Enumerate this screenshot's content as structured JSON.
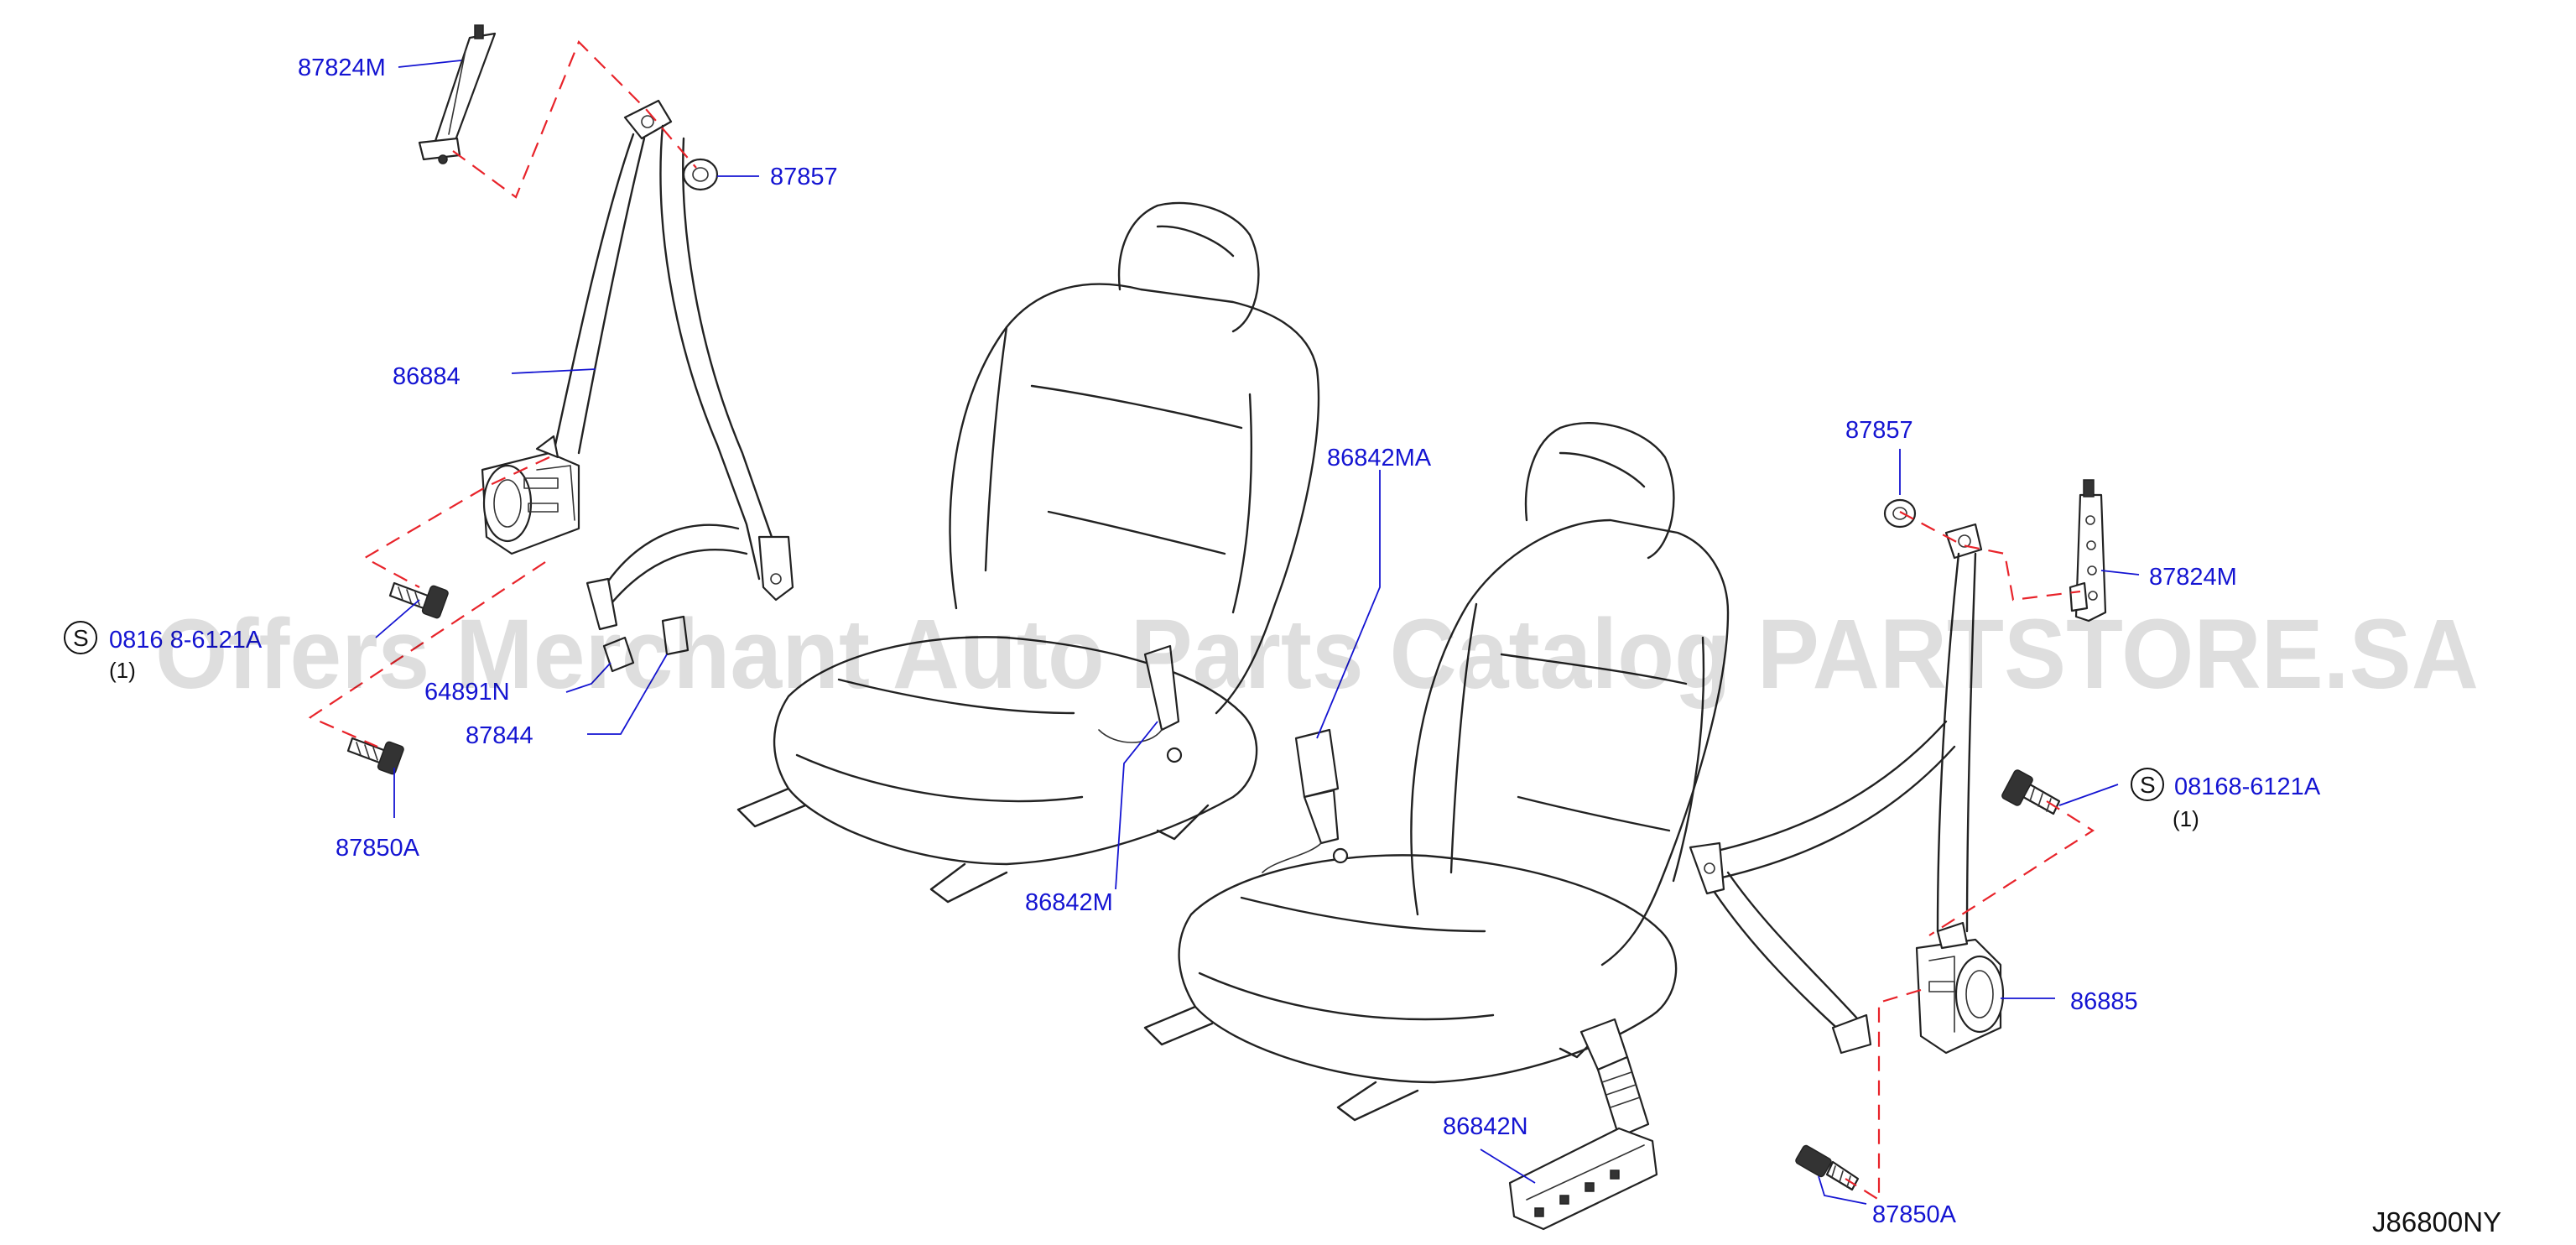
{
  "diagram": {
    "code": "J86800NY",
    "watermark": "Offers Merchant Auto Parts Catalog PARTSTORE.SA",
    "labels": {
      "p87824M_left": "87824M",
      "p87857_left": "87857",
      "p86884": "86884",
      "p08168_left": "0816 8-6121A",
      "qty_left": "(1)",
      "p64891N": "64891N",
      "p87844": "87844",
      "p87850A_left": "87850A",
      "p86842M": "86842M",
      "p86842MA": "86842MA",
      "p86842N": "86842N",
      "p87857_right": "87857",
      "p87824M_right": "87824M",
      "p08168_right": "08168-6121A",
      "qty_right": "(1)",
      "p86885": "86885",
      "p87850A_right": "87850A"
    },
    "symbol": "S",
    "colors": {
      "label": "#1414d2",
      "dashed_line": "#e8232a",
      "line_art": "#222222"
    }
  }
}
